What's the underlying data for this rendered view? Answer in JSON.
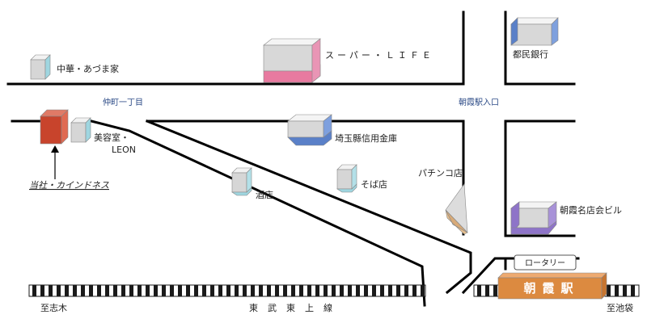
{
  "colors": {
    "accent_red": "#c8442c",
    "pink": "#e87aa0",
    "blue": "#5a80c8",
    "cyan": "#8fd0dc",
    "purple": "#8e74c8",
    "orange": "#dc8a40",
    "tan": "#d8aa78"
  },
  "places": {
    "chuka": "中華・あづま家",
    "super": "スーパー・ＬＩＦＥ",
    "toho_bank": "都民銀行",
    "biyoushitsu_1": "美容室・",
    "biyoushitsu_2": "LEON",
    "office": "当社・カインドネス",
    "shinkin": "埼玉縣信用金庫",
    "sakaten": "酒店",
    "sobaten": "そば店",
    "pachinko": "パチンコ店",
    "meitengai": "朝霞名店会ビル"
  },
  "streets": {
    "nakacho": "仲町一丁目",
    "asaka_iriguchi": "朝霞駅入口"
  },
  "station": {
    "name": "朝霞駅",
    "rotary": "ロータリー"
  },
  "railway": {
    "line": "東武東上線",
    "to_shiki": "至志木",
    "to_ikebukuro": "至池袋"
  }
}
